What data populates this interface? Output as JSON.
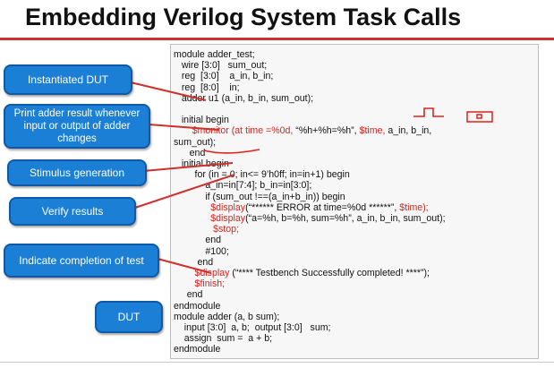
{
  "slide": {
    "title": "Embedding Verilog System Task Calls",
    "accent_color": "#d0302b",
    "label_color": "#1b7fd6",
    "code_highlight_color": "#e3201b"
  },
  "labels": {
    "dut_inst": "Instantiated DUT",
    "print_result": "Print adder result whenever input or output of adder changes",
    "stimulus": "Stimulus generation",
    "verify": "Verify results",
    "completion": "Indicate completion  of test",
    "dut": "DUT"
  },
  "code": {
    "l1": "module adder_test;",
    "l2": "   wire [3:0]   sum_out;",
    "l3": "   reg  [3:0]    a_in, b_in;",
    "l4": "   reg  [8:0]    in;",
    "l5": "   adder u1 (a_in, b_in, sum_out);",
    "l6": "",
    "l7": "   initial begin",
    "l8a": "       $monitor (at time =%0d,",
    "l8b": " “%h+%h=%h”, ",
    "l8c": "$time,",
    "l8d": " a_in, b_in,",
    "l9": "sum_out);",
    "l10": "      end",
    "l11": "   initial begin",
    "l12": "        for (in = 0; in<= 9’h0ff; in=in+1) begin",
    "l13": "            a_in=in[7:4]; b_in=in[3:0];",
    "l14": "            if (sum_out !==(a_in+b_in)) begin",
    "l15a": "              $display",
    "l15b": "(“****** ERROR at time=%0d ******”, ",
    "l15c": "$time);",
    "l16a": "              $display",
    "l16b": "(“a=%h, b=%h, sum=%h”, a_in, b_in, sum_out);",
    "l17": "               $stop;",
    "l18": "            end",
    "l19": "            #100;",
    "l20": "         end",
    "l21a": "        $display",
    "l21b": " (“**** Testbench Successfully completed! ****”);",
    "l22": "        $finish;",
    "l23": "     end",
    "l24": "endmodule",
    "l25": "module adder (a, b sum);",
    "l26": "    input [3:0]  a, b;  output [3:0]   sum;",
    "l27": "    assign  sum =  a + b;",
    "l28": "endmodule"
  }
}
